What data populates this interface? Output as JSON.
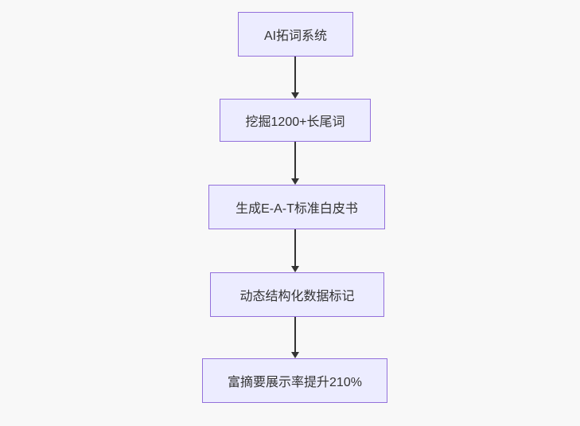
{
  "flowchart": {
    "type": "flowchart",
    "direction": "top-down",
    "nodes": [
      {
        "id": "A",
        "label": "AI拓词系统"
      },
      {
        "id": "B",
        "label": "挖掘1200+长尾词"
      },
      {
        "id": "C",
        "label": "生成E-A-T标准白皮书"
      },
      {
        "id": "D",
        "label": "动态结构化数据标记"
      },
      {
        "id": "E",
        "label": "富摘要展示率提升210%"
      }
    ],
    "edges": [
      {
        "from": "A",
        "to": "B"
      },
      {
        "from": "B",
        "to": "C"
      },
      {
        "from": "C",
        "to": "D"
      },
      {
        "from": "D",
        "to": "E"
      }
    ],
    "colors": {
      "node_fill": "#ECECFF",
      "node_border": "#9370DB",
      "arrow": "#333333",
      "text": "#333333",
      "background": "#F8F8F8"
    }
  }
}
